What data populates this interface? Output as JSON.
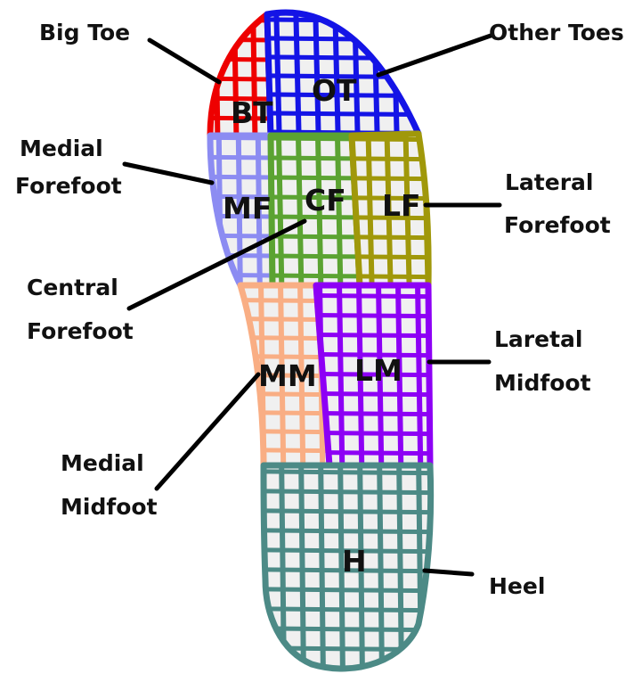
{
  "regions": [
    {
      "id": "BT",
      "abbr": "BT",
      "label_lines": [
        "Big Toe"
      ],
      "color": "#ee0000"
    },
    {
      "id": "OT",
      "abbr": "OT",
      "label_lines": [
        "Other Toes"
      ],
      "color": "#1414e6"
    },
    {
      "id": "MF",
      "abbr": "MF",
      "label_lines": [
        "Medial",
        "Forefoot"
      ],
      "color": "#8c8cf2"
    },
    {
      "id": "CF",
      "abbr": "CF",
      "label_lines": [
        "Central",
        "Forefoot"
      ],
      "color": "#5ba332"
    },
    {
      "id": "LF",
      "abbr": "LF",
      "label_lines": [
        "Lateral",
        "Forefoot"
      ],
      "color": "#a0980a"
    },
    {
      "id": "MM",
      "abbr": "MM",
      "label_lines": [
        "Medial",
        "Midfoot"
      ],
      "color": "#f9ae84"
    },
    {
      "id": "LM",
      "abbr": "LM",
      "label_lines": [
        "Laretal",
        "Midfoot"
      ],
      "color": "#8d00f5"
    },
    {
      "id": "H",
      "abbr": "H",
      "label_lines": [
        "Heel"
      ],
      "color": "#4c8a86"
    }
  ],
  "grid_fill_color": "#f0f0f0"
}
